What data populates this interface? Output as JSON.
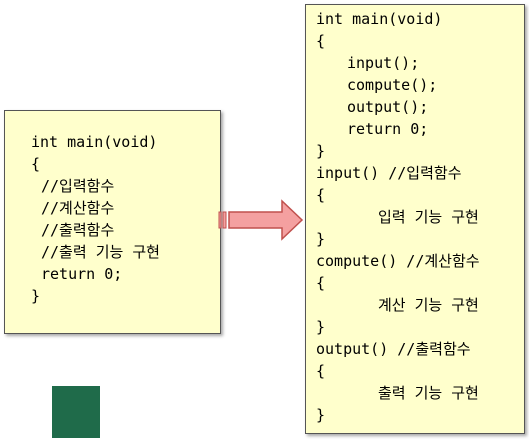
{
  "left_code": {
    "lines": [
      {
        "text": "int main(void)",
        "indent": 0
      },
      {
        "text": "{",
        "indent": 0
      },
      {
        "text": "//입력함수",
        "indent": 1
      },
      {
        "text": "//계산함수",
        "indent": 1
      },
      {
        "text": "//출력함수",
        "indent": 1
      },
      {
        "text": "//출력 기능 구현",
        "indent": 1
      },
      {
        "text": "return 0;",
        "indent": 1
      },
      {
        "text": "}",
        "indent": 0
      }
    ]
  },
  "right_code": {
    "lines": [
      {
        "text": "int main(void)",
        "indent": 0
      },
      {
        "text": "{",
        "indent": 0
      },
      {
        "text": "input();",
        "indent": 1
      },
      {
        "text": "compute();",
        "indent": 1
      },
      {
        "text": "output();",
        "indent": 1
      },
      {
        "text": "return 0;",
        "indent": 1
      },
      {
        "text": "}",
        "indent": 0
      },
      {
        "text": "input() //입력함수",
        "indent": 0
      },
      {
        "text": "{",
        "indent": 0
      },
      {
        "text": "입력 기능 구현",
        "indent": 2
      },
      {
        "text": "}",
        "indent": 0
      },
      {
        "text": "compute() //계산함수",
        "indent": 0
      },
      {
        "text": "{",
        "indent": 0
      },
      {
        "text": "계산 기능 구현",
        "indent": 2
      },
      {
        "text": "}",
        "indent": 0
      },
      {
        "text": "output() //출력함수",
        "indent": 0
      },
      {
        "text": "{",
        "indent": 0
      },
      {
        "text": "출력 기능 구현",
        "indent": 2
      },
      {
        "text": "}",
        "indent": 0
      }
    ]
  },
  "colors": {
    "box_fill": "#ffffcc",
    "arrow_fill": "#f4a0a0",
    "arrow_stroke": "#c0504d",
    "square_fill": "#1f6b4a"
  }
}
